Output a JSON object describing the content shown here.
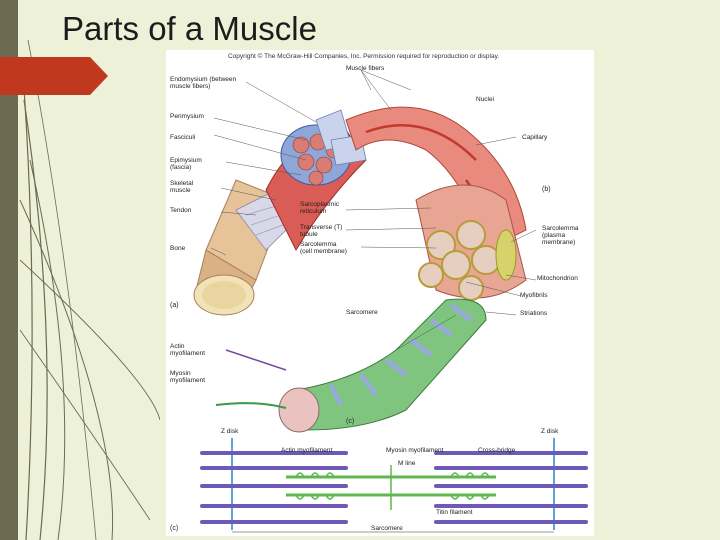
{
  "slide": {
    "title": "Parts of a Muscle",
    "colors": {
      "background": "#ecf1d7",
      "accent_tab": "#c0391f",
      "left_bar": "#6e6a52"
    }
  },
  "figure": {
    "copyright": "Copyright © The McGraw-Hill Companies, Inc. Permission required for reproduction or display.",
    "panel_labels": {
      "a": "(a)",
      "b": "(b)",
      "c_top": "(c)",
      "c_bottom": "(c)"
    },
    "labels": {
      "endomysium": "Endomysium (between\nmuscle fibers)",
      "muscle_fibers": "Muscle fibers",
      "nuclei": "Nuclei",
      "perimysium": "Perimysium",
      "fasciculi": "Fasciculi",
      "epimysium": "Epimysium\n(fascia)",
      "skeletal_muscle": "Skeletal\nmuscle",
      "tendon": "Tendon",
      "bone": "Bone",
      "capillary": "Capillary",
      "sarcoplasmic_reticulum": "Sarcoplasmic\nreticulum",
      "t_tubule": "Transverse (T)\ntubule",
      "sarcolemma_cell": "Sarcolemma\n(cell membrane)",
      "sarcolemma_plasma": "Sarcolemma\n(plasma\nmembrane)",
      "mitochondrion": "Mitochondrion",
      "myofibrils": "Myofibrils",
      "sarcomere_top": "Sarcomere",
      "striations": "Striations",
      "actin": "Actin\nmyofilament",
      "myosin": "Myosin\nmyofilament",
      "z_disk_left": "Z disk",
      "z_disk_right": "Z disk",
      "actin_bottom": "Actin myofilament",
      "myosin_bottom": "Myosin myofilament",
      "m_line": "M line",
      "cross_bridge": "Cross-bridge",
      "titin": "Titin filament",
      "sarcomere_bottom": "Sarcomere"
    }
  }
}
